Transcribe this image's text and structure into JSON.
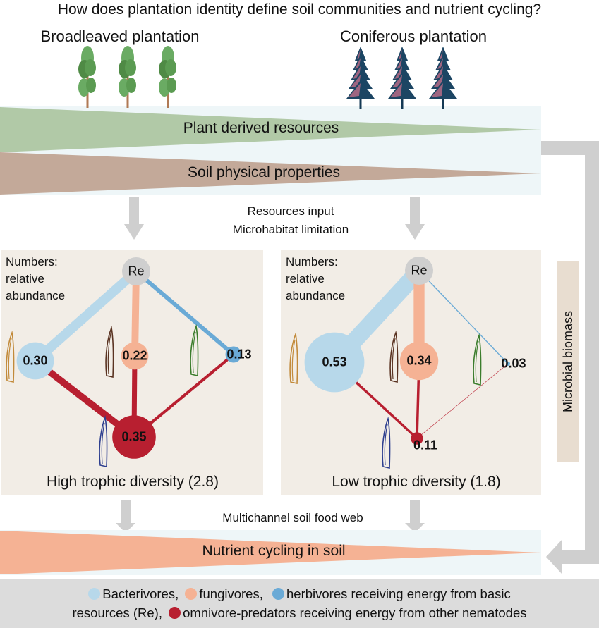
{
  "title": "How does plantation identity define soil communities and nutrient cycling?",
  "plantations": {
    "broadleaved": {
      "label": "Broadleaved plantation",
      "tree_count": 3
    },
    "coniferous": {
      "label": "Coniferous plantation",
      "tree_count": 3
    }
  },
  "gradients": {
    "plant_resources": {
      "label": "Plant derived resources",
      "color": "#b1c9a7"
    },
    "soil_properties": {
      "label": "Soil physical properties",
      "color": "#c3a999"
    },
    "nutrient_cycling": {
      "label": "Nutrient cycling in soil",
      "color": "#f5b294"
    }
  },
  "middle_text": {
    "line1": "Resources input",
    "line2": "Microhabitat limitation",
    "food_web": "Multichannel soil food web"
  },
  "side_label": "Microbial biomass",
  "colors": {
    "bacterivores": "#b7d8ea",
    "fungivores": "#f5b294",
    "herbivores": "#6aaad6",
    "omnivore_predators": "#b81f30",
    "resource": "#cfcfcf",
    "panel_bg": "#f2ede6",
    "band_bg": "#eef6f8",
    "arrow": "#cfcfcf",
    "legend_bg": "#dcdcdc"
  },
  "panels": [
    {
      "note": [
        "Numbers:",
        "relative",
        "abundance"
      ],
      "caption": "High trophic diversity (2.8)",
      "trophic_diversity": 2.8,
      "resource_label": "Re",
      "nodes": [
        {
          "group": "bacterivores",
          "value": 0.3,
          "label": "0.30"
        },
        {
          "group": "fungivores",
          "value": 0.22,
          "label": "0.22"
        },
        {
          "group": "herbivores",
          "value": 0.13,
          "label": "0.13"
        },
        {
          "group": "omnivore_predators",
          "value": 0.35,
          "label": "0.35"
        }
      ]
    },
    {
      "note": [
        "Numbers:",
        "relative",
        "abundance"
      ],
      "caption": "Low trophic diversity (1.8)",
      "trophic_diversity": 1.8,
      "resource_label": "Re",
      "nodes": [
        {
          "group": "bacterivores",
          "value": 0.53,
          "label": "0.53"
        },
        {
          "group": "fungivores",
          "value": 0.34,
          "label": "0.34"
        },
        {
          "group": "herbivores",
          "value": 0.03,
          "label": "0.03"
        },
        {
          "group": "omnivore_predators",
          "value": 0.11,
          "label": "0.11"
        }
      ]
    }
  ],
  "legend": {
    "items": [
      {
        "group": "bacterivores",
        "text": "Bacterivores,"
      },
      {
        "group": "fungivores",
        "text": "fungivores,"
      },
      {
        "group": "herbivores",
        "text": "herbivores receiving energy from basic"
      },
      {
        "group": "omnivore_predators",
        "text": "omnivore-predators receiving energy from other nematodes"
      }
    ],
    "line2_prefix": "resources (Re),"
  }
}
